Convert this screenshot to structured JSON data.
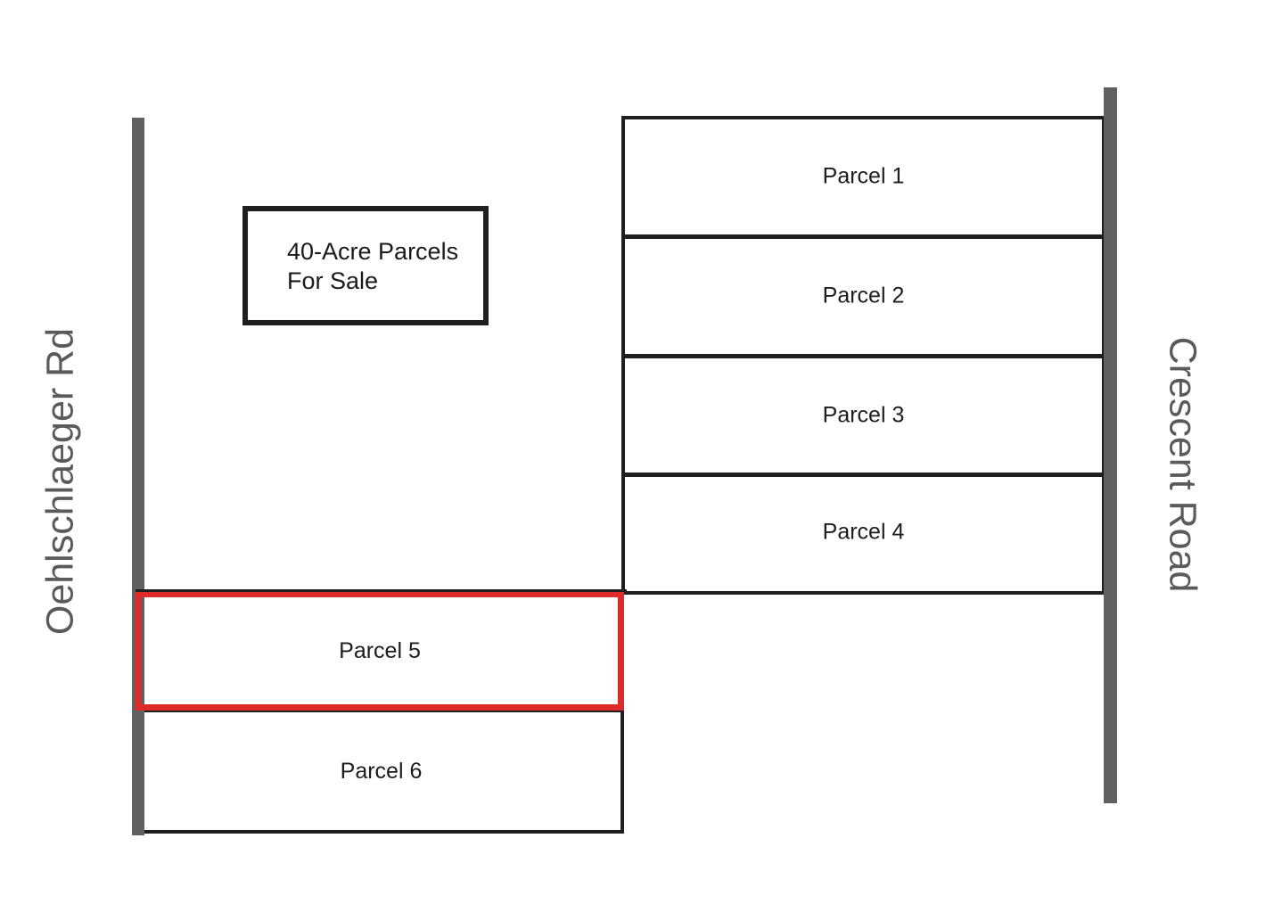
{
  "title_box": {
    "lines": [
      "40-Acre Parcels",
      "For Sale"
    ]
  },
  "roads": {
    "left": {
      "name": "Oehlschlaeger Rd"
    },
    "right": {
      "name": "Crescent Road"
    }
  },
  "parcels": [
    {
      "label": "Parcel 1",
      "highlighted": false
    },
    {
      "label": "Parcel 2",
      "highlighted": false
    },
    {
      "label": "Parcel 3",
      "highlighted": false
    },
    {
      "label": "Parcel 4",
      "highlighted": false
    },
    {
      "label": "Parcel 5",
      "highlighted": true
    },
    {
      "label": "Parcel 6",
      "highlighted": false
    }
  ],
  "colors": {
    "line": "#1f1f1f",
    "road": "#606060",
    "road_label": "#5a5a5a",
    "highlight": "#dd2a2a"
  }
}
